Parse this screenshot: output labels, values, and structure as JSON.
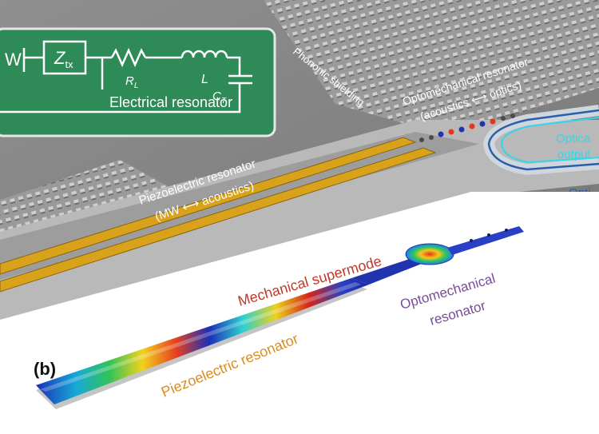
{
  "figure": {
    "panel_label": "(b)",
    "circuit": {
      "source_label": "W",
      "impedance_label": "Z",
      "impedance_subscript": "tx",
      "resistor_label": "R",
      "resistor_subscript": "L",
      "inductor_label": "L",
      "capacitor_label": "C",
      "capacitor_subscript": "T",
      "resonator_label": "Electrical resonator"
    },
    "top_labels": {
      "phononic_shielding": "Phononic shielding",
      "optomech_line1": "Optomechanical resonator",
      "optomech_line2": "(acoustics ⟷ optics)",
      "piezo_line1": "Piezoelectric resonator",
      "piezo_line2": "(MW ⟷ acoustics)",
      "optical_output_line1": "Optica",
      "optical_output_line2": "output",
      "optical_input": "Opti"
    },
    "simulation_labels": {
      "mechanical_supermode": "Mechanical supermode",
      "optomech_line1": "Optomechanical",
      "optomech_line2": "resonator",
      "piezo": "Piezoelectric resonator"
    },
    "colors": {
      "circuit_bg": "#2e8b57",
      "gold_electrode": "#d9a21b",
      "supermode_text": "#c0392b",
      "optomech_text": "#7b4a9e",
      "piezo_text": "#d98c1f",
      "optical_output_text": "#35d6e8",
      "optical_input_text": "#2a5ea8"
    }
  }
}
